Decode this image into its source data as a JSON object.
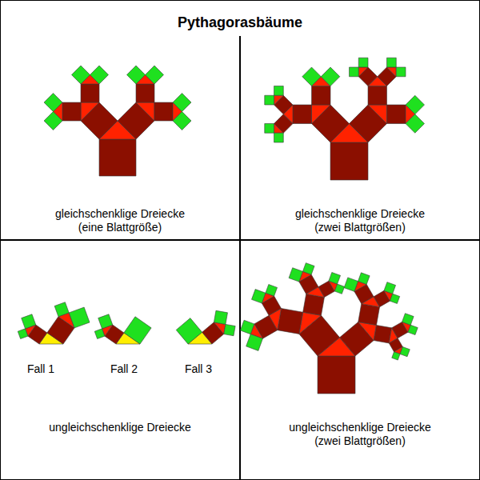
{
  "diagram": {
    "title": "Pythagorasbäume",
    "labels": [
      "gleichschenklige Dreiecke (eine Blattgröße)",
      "gleichschenklige Dreiecke (zwei Blattgrößen)",
      "Fall 1",
      "Fall 2",
      "Fall 3",
      "ungleichschenklige Dreiecke",
      "ungleichschenklige Dreiecke (zwei Blattgrößen)"
    ]
  }
}
